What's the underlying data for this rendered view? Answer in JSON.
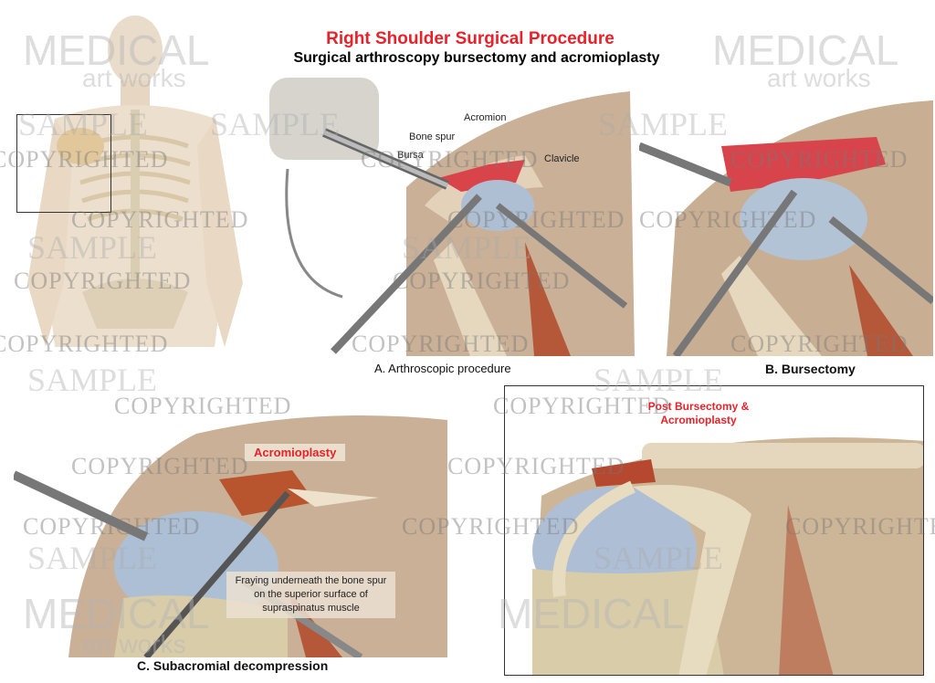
{
  "header": {
    "title": "Right Shoulder Surgical Procedure",
    "subtitle": "Surgical arthroscopy bursectomy and acromioplasty"
  },
  "panel_a": {
    "caption": "A. Arthroscopic procedure",
    "labels": {
      "acromion": "Acromion",
      "bone_spur": "Bone spur",
      "bursa": "Bursa",
      "clavicle": "Clavicle"
    }
  },
  "panel_b": {
    "caption": "B. Bursectomy"
  },
  "panel_c": {
    "caption": "C. Subacromial decompression",
    "label": "Acromioplasty",
    "note": "Fraying underneath the bone spur on the superior surface of supraspinatus muscle"
  },
  "panel_d": {
    "label": "Post Bursectomy & Acromioplasty"
  },
  "watermarks": {
    "sample": "SAMPLE",
    "copyrighted": "COPYRIGHTED",
    "brand_top": "MEDICAL",
    "brand_bottom": "art works"
  },
  "colors": {
    "title_red": "#e8212a"
  }
}
